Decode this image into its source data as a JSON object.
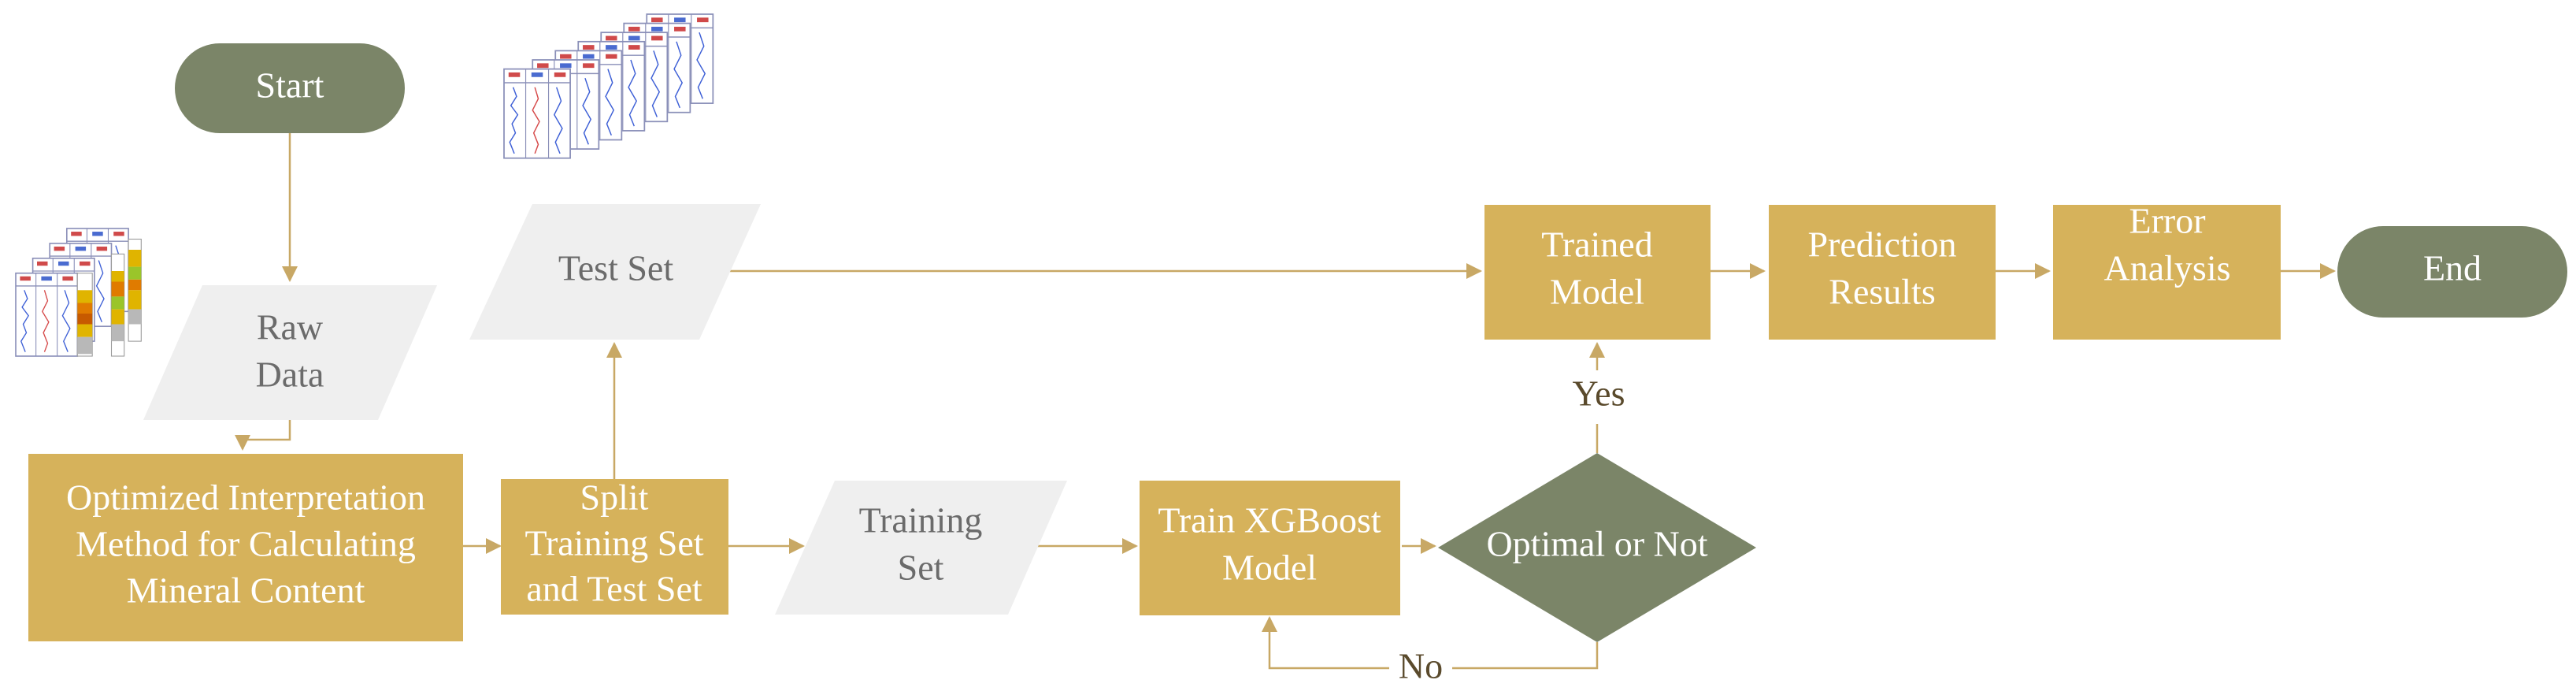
{
  "nodes": {
    "start": "Start",
    "raw_data": [
      "Raw",
      "Data"
    ],
    "optimized_method": [
      "Optimized Interpretation",
      "Method for Calculating",
      "Mineral Content"
    ],
    "split": [
      "Split",
      "Training Set",
      "and Test Set"
    ],
    "test_set": "Test Set",
    "training_set": [
      "Training",
      "Set"
    ],
    "train_model": [
      "Train XGBoost",
      "Model"
    ],
    "decision": "Optimal or Not",
    "trained_model": [
      "Trained",
      "Model"
    ],
    "prediction_results": [
      "Prediction",
      "Results"
    ],
    "error_analysis": [
      "Error",
      "Analysis"
    ],
    "end": "End"
  },
  "edge_labels": {
    "yes": "Yes",
    "no": "No"
  },
  "colors": {
    "process": "#d6b25b",
    "terminal": "#7b8568",
    "decision": "#7b8568",
    "data": "#efefef",
    "arrow": "#c8a865",
    "log_panel_accents": [
      "#e0b400",
      "#9ac52a",
      "#e07b00",
      "#c75a00",
      "#b8b8b8"
    ]
  }
}
